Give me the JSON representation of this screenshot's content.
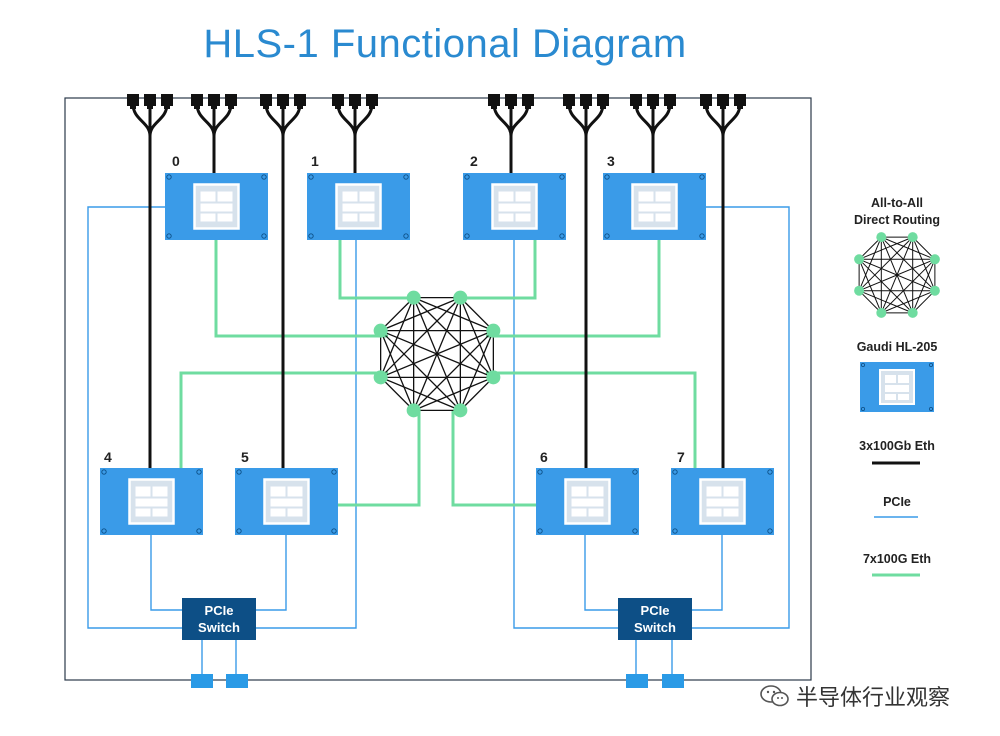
{
  "title": "HLS-1 Functional Diagram",
  "chips": [
    {
      "label": "0"
    },
    {
      "label": "1"
    },
    {
      "label": "2"
    },
    {
      "label": "3"
    },
    {
      "label": "4"
    },
    {
      "label": "5"
    },
    {
      "label": "6"
    },
    {
      "label": "7"
    }
  ],
  "switches": [
    {
      "line1": "PCIe",
      "line2": "Switch"
    },
    {
      "line1": "PCIe",
      "line2": "Switch"
    }
  ],
  "legend": {
    "all_to_all_line1": "All-to-All",
    "all_to_all_line2": "Direct Routing",
    "gaudi": "Gaudi HL-205",
    "eth3": "3x100Gb Eth",
    "pcie": "PCIe",
    "eth7": "7x100G Eth"
  },
  "watermark": "半导体行业观察",
  "colors": {
    "title": "#2a8ad0",
    "chip_fill": "#3a9be8",
    "chip_inner": "#d7e2ec",
    "switch_fill": "#0d4f86",
    "pcie_line": "#3a9be8",
    "eth7_line": "#6fdca0",
    "eth3_line": "#111111",
    "mesh_node": "#6fdca0"
  }
}
